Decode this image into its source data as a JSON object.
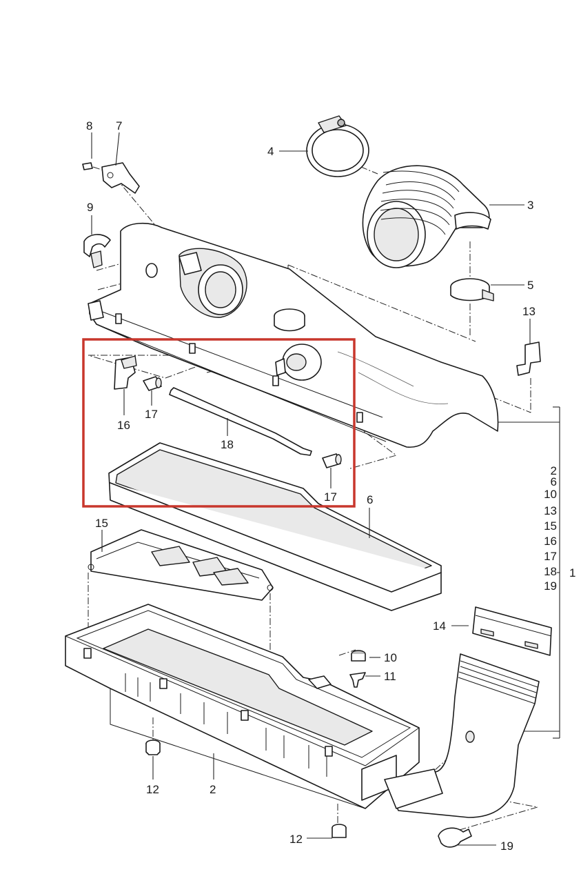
{
  "diagram": {
    "callouts": {
      "p1": "1",
      "p2": "2",
      "p3": "3",
      "p4": "4",
      "p5": "5",
      "p6": "6",
      "p7": "7",
      "p8": "8",
      "p9": "9",
      "p10": "10",
      "p11": "11",
      "p12": "12",
      "p13": "13",
      "p14": "14",
      "p15": "15",
      "p16": "16",
      "p17": "17",
      "p18": "18",
      "p19": "19"
    },
    "assembly_list": [
      "2",
      "6",
      "10",
      "13",
      "15",
      "16",
      "17",
      "18",
      "19"
    ],
    "highlight_color": "#c8372d"
  }
}
